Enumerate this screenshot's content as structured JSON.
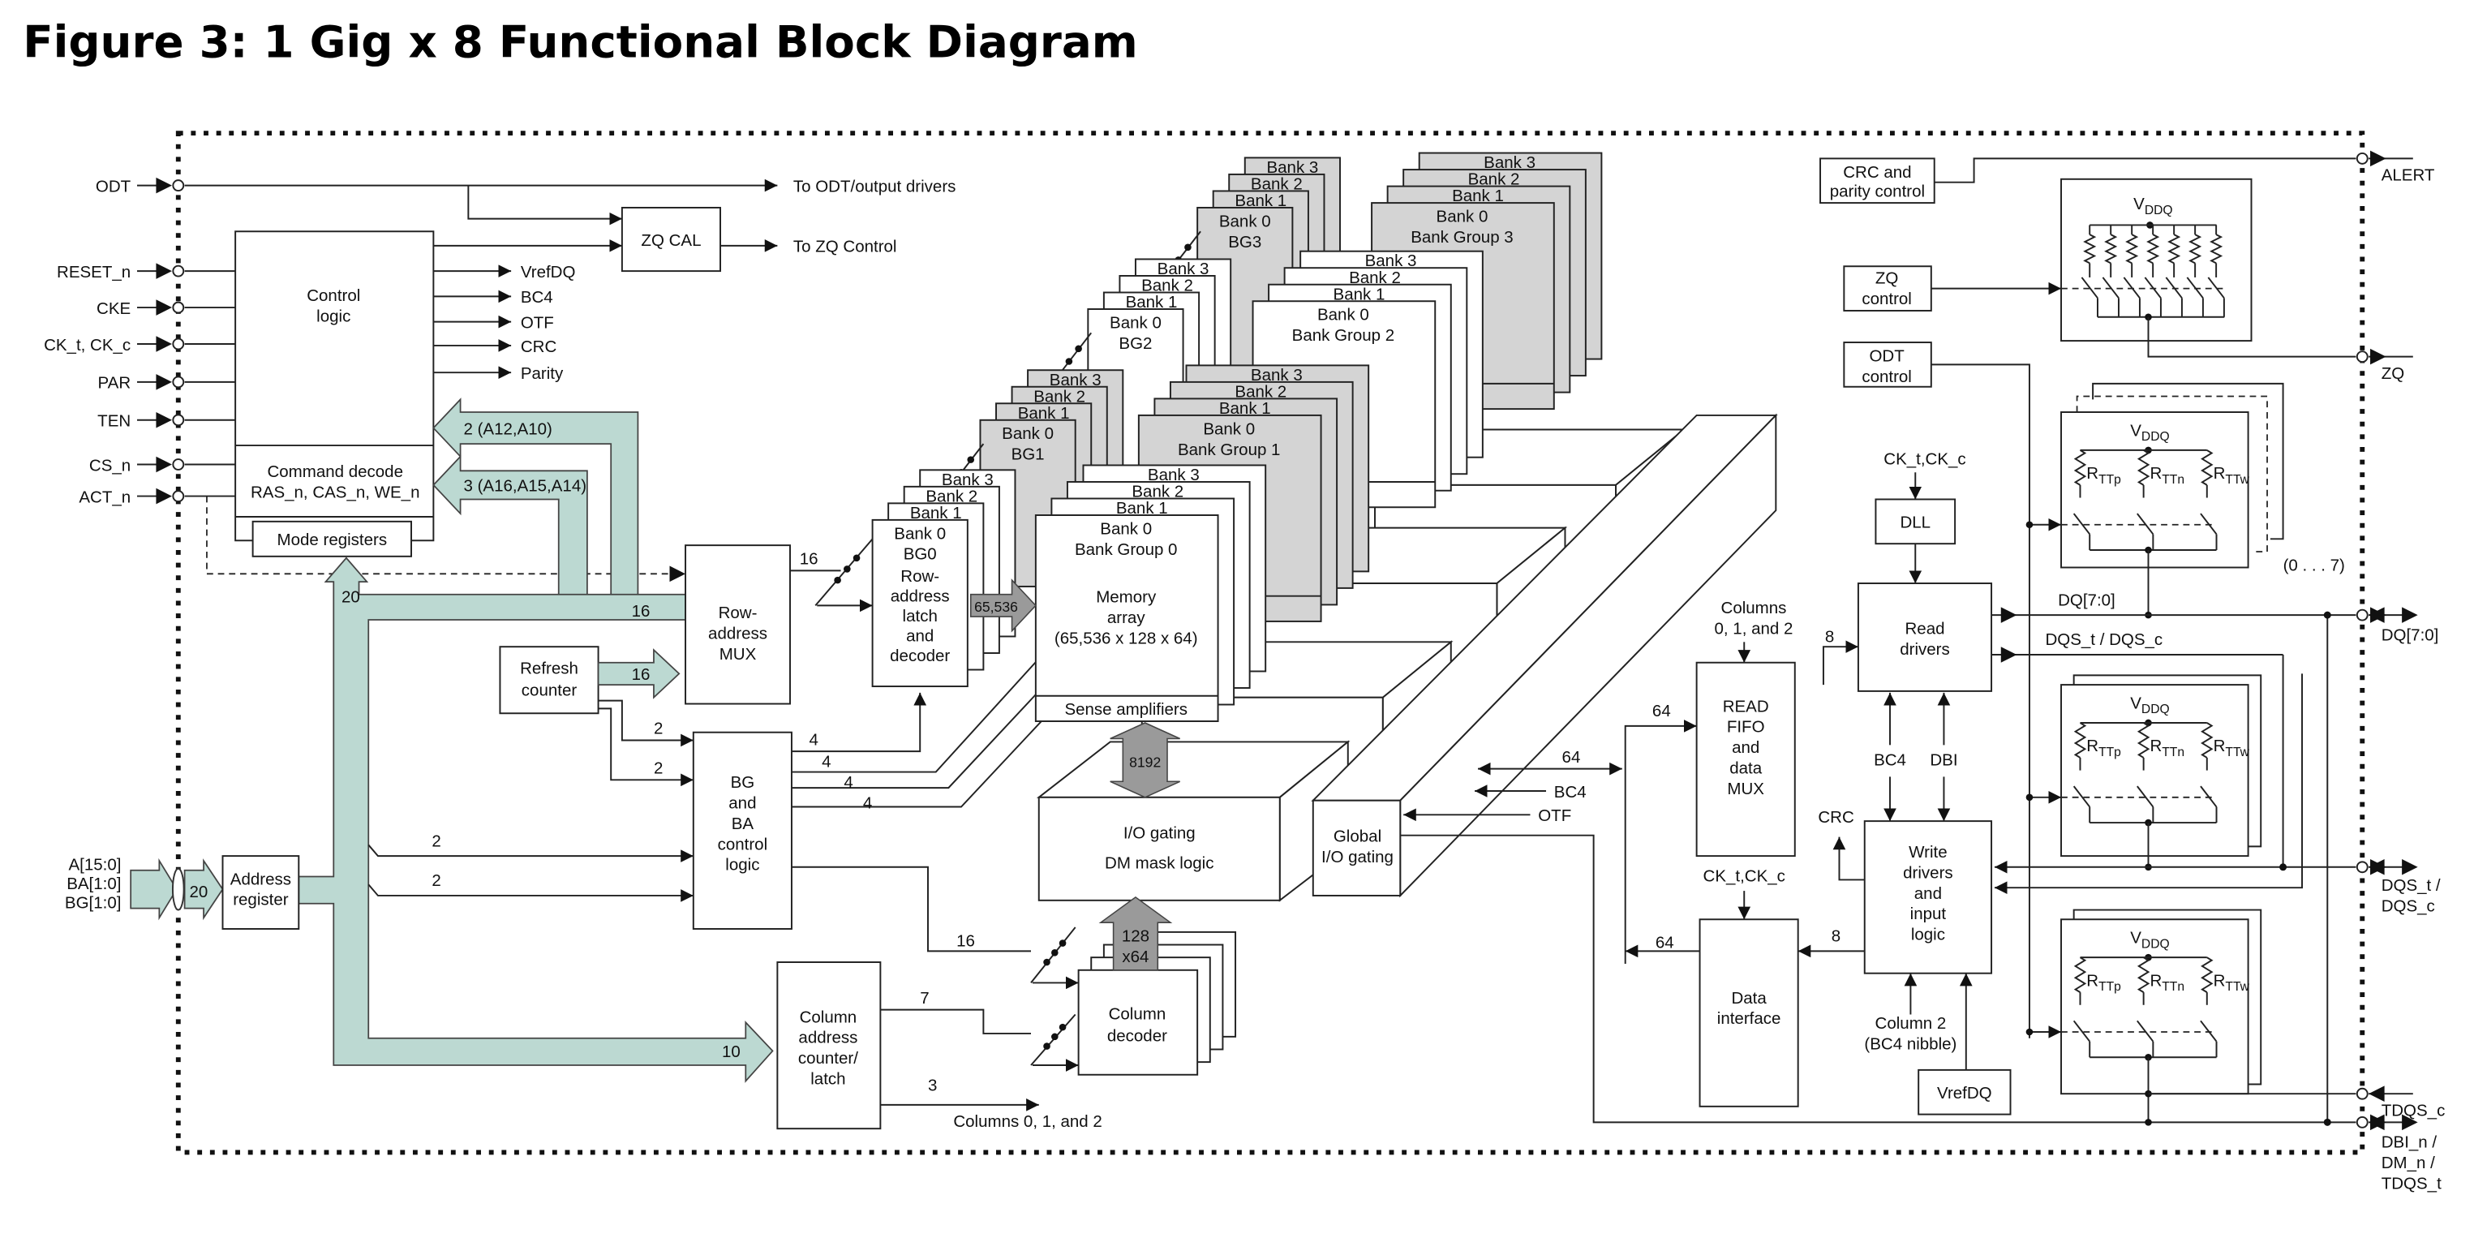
{
  "title": "Figure 3: 1 Gig x 8 Functional Block Diagram",
  "colors": {
    "bus_fill": "#bcd9d2",
    "shaded_bank": "#d4d4d4",
    "internal_arrow": "#9a9a9a"
  },
  "left_pins": [
    "ODT",
    "RESET_n",
    "CKE",
    "CK_t, CK_c",
    "PAR",
    "TEN",
    "CS_n",
    "ACT_n"
  ],
  "address_pins": [
    "A[15:0]",
    "BA[1:0]",
    "BG[1:0]"
  ],
  "outputs": {
    "odt": "To ODT/output drivers",
    "zq": "To ZQ Control"
  },
  "control_outputs": [
    "VrefDQ",
    "BC4",
    "OTF",
    "CRC",
    "Parity"
  ],
  "blocks": {
    "zq_cal": "ZQ CAL",
    "control_logic": [
      "Control",
      "logic"
    ],
    "command_decode": [
      "Command decode",
      "RAS_n, CAS_n, WE_n"
    ],
    "mode_registers": "Mode registers",
    "address_register": [
      "Address",
      "register"
    ],
    "refresh_counter": [
      "Refresh",
      "counter"
    ],
    "row_address_mux": [
      "Row-",
      "address",
      "MUX"
    ],
    "bg_ba_control": [
      "BG",
      "and",
      "BA",
      "control",
      "logic"
    ],
    "column_counter": [
      "Column",
      "address",
      "counter/",
      "latch"
    ],
    "column_decoder": [
      "Column",
      "decoder"
    ],
    "io_gating": [
      "I/O gating",
      "DM mask logic"
    ],
    "global_io": [
      "Global",
      "I/O gating"
    ],
    "read_fifo": [
      "READ",
      "FIFO",
      "and",
      "data",
      "MUX"
    ],
    "data_interface": [
      "Data",
      "interface"
    ],
    "read_drivers": [
      "Read",
      "drivers"
    ],
    "write_drivers": [
      "Write",
      "drivers",
      "and",
      "input",
      "logic"
    ],
    "dll": "DLL",
    "vrefdq": "VrefDQ",
    "crc_parity": [
      "CRC and",
      "parity control"
    ],
    "zq_control": [
      "ZQ",
      "control"
    ],
    "odt_control": [
      "ODT",
      "control"
    ]
  },
  "bus_labels": {
    "a12_a10": "2 (A12,A10)",
    "a16_a14": "3 (A16,A15,A14)",
    "mode_bus": "20",
    "addr_in": "20",
    "row_bus": "16",
    "refresh_bus": "16",
    "col_bus": "10",
    "row_out": "16",
    "refresh_bg": [
      "2",
      "2"
    ],
    "addr_bg": [
      "2",
      "2"
    ],
    "bg_out": [
      "4",
      "4",
      "4",
      "4"
    ],
    "bg_col": "16",
    "col_7": "7",
    "col_3": "3",
    "columns_out": "Columns 0, 1, and 2",
    "row_decode": "65,536",
    "sense": "8192",
    "col_data": [
      "128",
      "x64"
    ]
  },
  "banks": {
    "groups": [
      {
        "latch": "BG0",
        "group": "Bank Group 0",
        "shaded": false
      },
      {
        "latch": "BG1",
        "group": "Bank Group 1",
        "shaded": true
      },
      {
        "latch": "BG2",
        "group": "Bank Group 2",
        "shaded": false
      },
      {
        "latch": "BG3",
        "group": "Bank Group 3",
        "shaded": true
      }
    ],
    "bank_names": [
      "Bank 0",
      "Bank 1",
      "Bank 2",
      "Bank 3"
    ],
    "latch_extra": [
      "Row-",
      "address",
      "latch",
      "and",
      "decoder"
    ],
    "memory_array": [
      "Memory",
      "array",
      "(65,536  x 128 x 64)"
    ],
    "sense_amplifiers": "Sense amplifiers"
  },
  "datapath": {
    "columns_in": [
      "Columns",
      "0, 1, and 2"
    ],
    "w64_a": "64",
    "w64_b": "64",
    "w64_c": "64",
    "w8_read": "8",
    "w8_write": "8",
    "bc4": "BC4",
    "otf": "OTF",
    "ck_dll": "CK_t,CK_c",
    "ck_data": "CK_t,CK_c",
    "bc4_v": "BC4",
    "dbi_v": "DBI",
    "crc": "CRC",
    "column2": [
      "Column 2",
      "(BC4 nibble)"
    ],
    "dq_int": "DQ[7:0]",
    "dqs_int": "DQS_t / DQS_c",
    "range": "(0 . . . 7)"
  },
  "termination": {
    "vddq": {
      "main": "V",
      "sub": "DDQ"
    },
    "resistors": [
      {
        "main": "R",
        "sub": "TTp"
      },
      {
        "main": "R",
        "sub": "TTn"
      },
      {
        "main": "R",
        "sub": "TTw"
      }
    ]
  },
  "right_pins": {
    "alert": "ALERT",
    "zq": "ZQ",
    "dq": "DQ[7:0]",
    "dqs": [
      "DQS_t /",
      "DQS_c"
    ],
    "tdqs_c": "TDQS_c",
    "dbi": [
      "DBI_n /",
      "DM_n /",
      "TDQS_t"
    ]
  }
}
